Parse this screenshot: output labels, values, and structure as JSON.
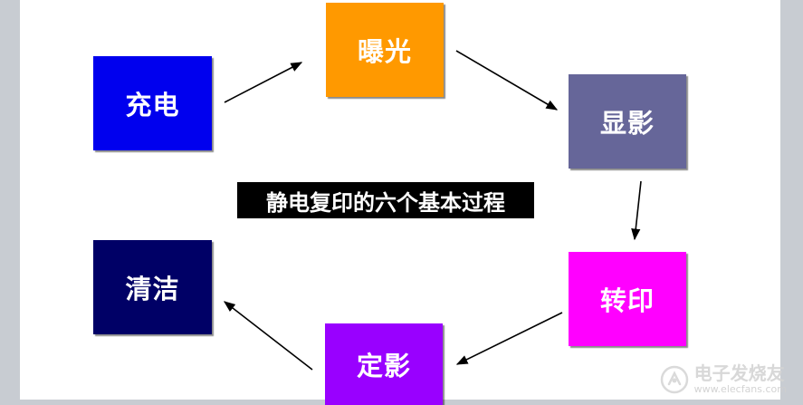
{
  "diagram": {
    "title": "静电复印的六个基本过程",
    "steps": [
      {
        "label": "充电",
        "color": "#0000ee"
      },
      {
        "label": "曝光",
        "color": "#ff9900"
      },
      {
        "label": "显影",
        "color": "#666699"
      },
      {
        "label": "转印",
        "color": "#ff00ff"
      },
      {
        "label": "定影",
        "color": "#9900ff"
      },
      {
        "label": "清洁",
        "color": "#000066"
      }
    ]
  },
  "watermark": {
    "name": "电子发烧友",
    "url": "www.elecfans.com"
  }
}
